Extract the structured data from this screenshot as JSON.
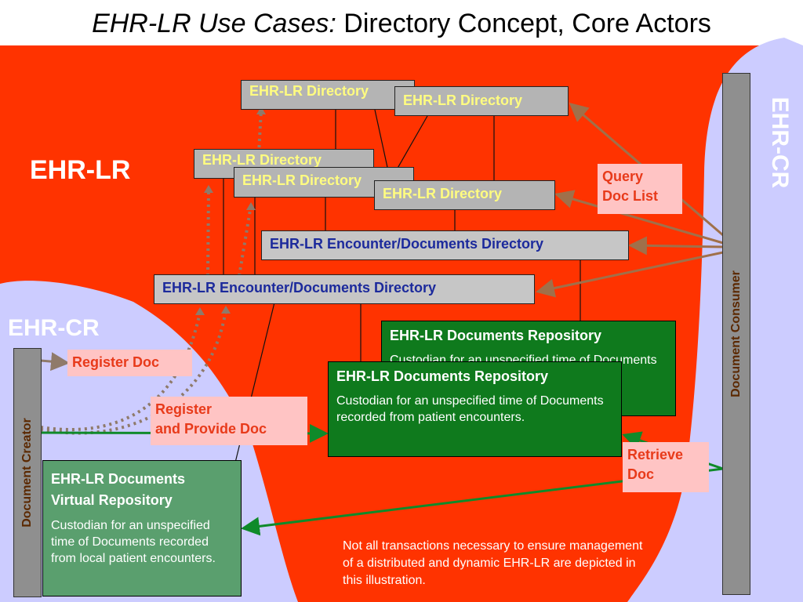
{
  "title": {
    "italic": "EHR-LR Use Cases:",
    "regular": "Directory Concept, Core Actors"
  },
  "regions": {
    "ehr_lr": "EHR-LR",
    "ehr_cr_left": "EHR-CR",
    "ehr_cr_right": "EHR-CR"
  },
  "directories": [
    "EHR-LR Directory",
    "EHR-LR Directory",
    "EHR-LR Directory",
    "EHR-LR Directory",
    "EHR-LR Directory"
  ],
  "encounter_directories": [
    "EHR-LR Encounter/Documents Directory",
    "EHR-LR Encounter/Documents Directory"
  ],
  "repositories": [
    {
      "title": "EHR-LR Documents Repository",
      "description": "Custodian for an unspecified time of Documents recorded from patient encounters."
    },
    {
      "title": "EHR-LR Documents Repository",
      "description": "Custodian for an unspecified time of Documents recorded from patient encounters."
    }
  ],
  "virtual_repository": {
    "title_line1": "EHR-LR Documents",
    "title_line2": "Virtual Repository",
    "description": "Custodian for an unspecified time of Documents recorded from local patient encounters."
  },
  "transactions": {
    "register_doc": "Register Doc",
    "register_provide_line1": "Register",
    "register_provide_line2": "and Provide Doc",
    "query_line1": "Query",
    "query_line2": "Doc List",
    "retrieve_line1": "Retrieve",
    "retrieve_line2": "Doc"
  },
  "actors": {
    "creator": "Document Creator",
    "consumer": "Document Consumer"
  },
  "note": "Not all transactions necessary to ensure management of a distributed and dynamic EHR-LR are depicted in this illustration.",
  "colors": {
    "ehr_lr_region": "#ff3300",
    "ehr_cr_region": "#ccccff",
    "directory_box": "#b4b4b4",
    "directory_text": "#fffc80",
    "encounter_text": "#1c2a9c",
    "repository": "#0f7a1d",
    "virtual_repository": "#5a9f6e",
    "transaction_bg": "#ffc4c4",
    "transaction_text": "#e83a1a",
    "query_arrow": "#a0704a",
    "register_arrow": "#8f7a6a",
    "retrieve_arrow": "#0f8a2a"
  }
}
